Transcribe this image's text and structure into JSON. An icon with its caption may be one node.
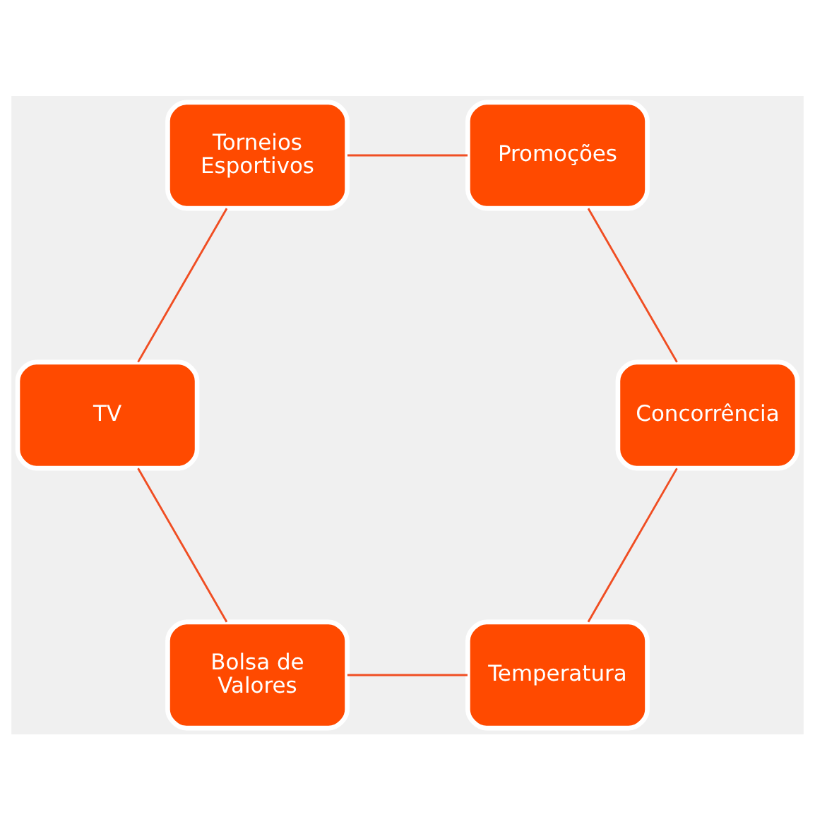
{
  "diagram": {
    "nodes": [
      {
        "text": [
          "Temperatura"
        ]
      },
      {
        "text": [
          "Concorrência"
        ]
      },
      {
        "text": [
          "Bolsa de Valores"
        ]
      },
      {
        "text": [
          "Promoções"
        ]
      },
      {
        "text": [
          "TV"
        ]
      },
      {
        "text": [
          "Torneios Esportivos"
        ]
      }
    ],
    "edges": [
      {
        "from": 0,
        "to": 2,
        "arrow": "none"
      },
      {
        "from": 2,
        "to": 4,
        "arrow": "none"
      },
      {
        "from": 4,
        "to": 5,
        "arrow": "none"
      },
      {
        "from": 5,
        "to": 3,
        "arrow": "none"
      },
      {
        "from": 3,
        "to": 1,
        "arrow": "none"
      },
      {
        "from": 1,
        "to": 0,
        "arrow": "none"
      }
    ]
  }
}
